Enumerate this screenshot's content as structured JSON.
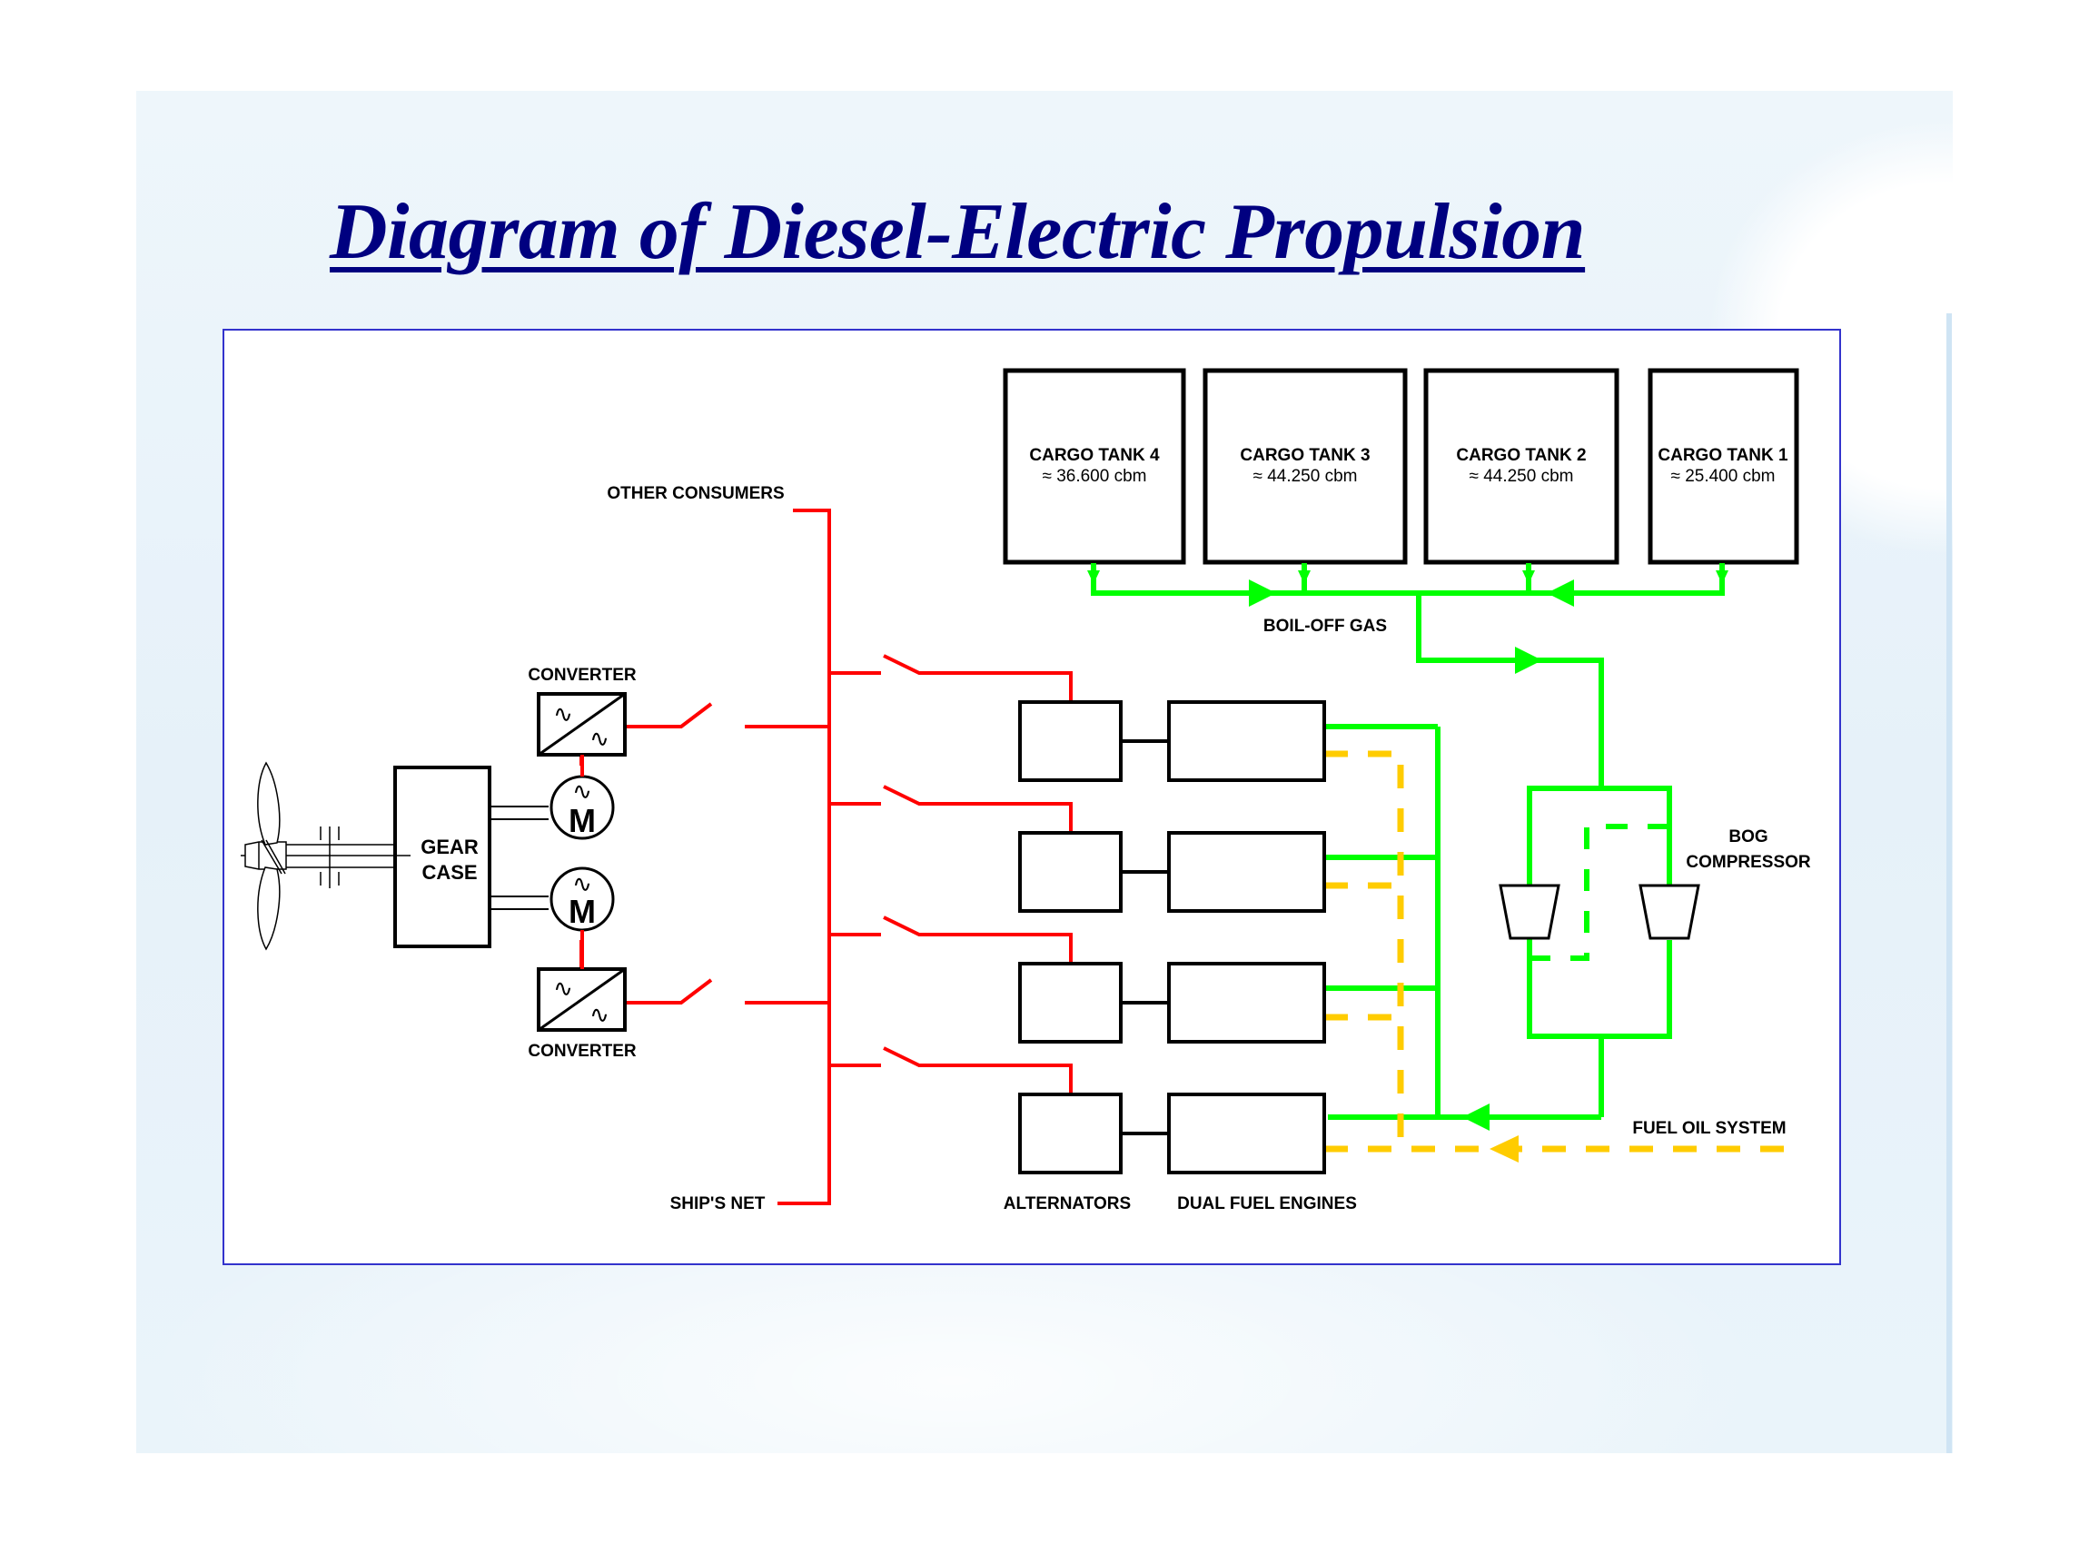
{
  "title": "Diagram of Diesel-Electric Propulsion",
  "colors": {
    "title": "#000080",
    "frame_border": "#3333cc",
    "electrical": "#ff0000",
    "gas": "#00ff00",
    "fuel_oil": "#ffcc00",
    "equipment": "#000000"
  },
  "tanks": [
    {
      "name": "CARGO TANK 4",
      "volume": "≈ 36.600 cbm"
    },
    {
      "name": "CARGO TANK 3",
      "volume": "≈ 44.250 cbm"
    },
    {
      "name": "CARGO TANK 2",
      "volume": "≈ 44.250 cbm"
    },
    {
      "name": "CARGO TANK 1",
      "volume": "≈ 25.400 cbm"
    }
  ],
  "labels": {
    "boil_off_gas": "BOIL-OFF GAS",
    "other_consumers": "OTHER CONSUMERS",
    "ships_net": "SHIP'S NET",
    "converter_top": "CONVERTER",
    "converter_bottom": "CONVERTER",
    "gear_case_line1": "GEAR",
    "gear_case_line2": "CASE",
    "motor_symbol": "M",
    "ac_symbol": "∿",
    "bog_compressor_line1": "BOG",
    "bog_compressor_line2": "COMPRESSOR",
    "alternators": "ALTERNATORS",
    "dual_fuel_engines": "DUAL FUEL ENGINES",
    "fuel_oil_system": "FUEL OIL SYSTEM"
  },
  "generator_sets": 4,
  "propulsion_motors": 2,
  "converters": 2,
  "bog_compressors": 2
}
